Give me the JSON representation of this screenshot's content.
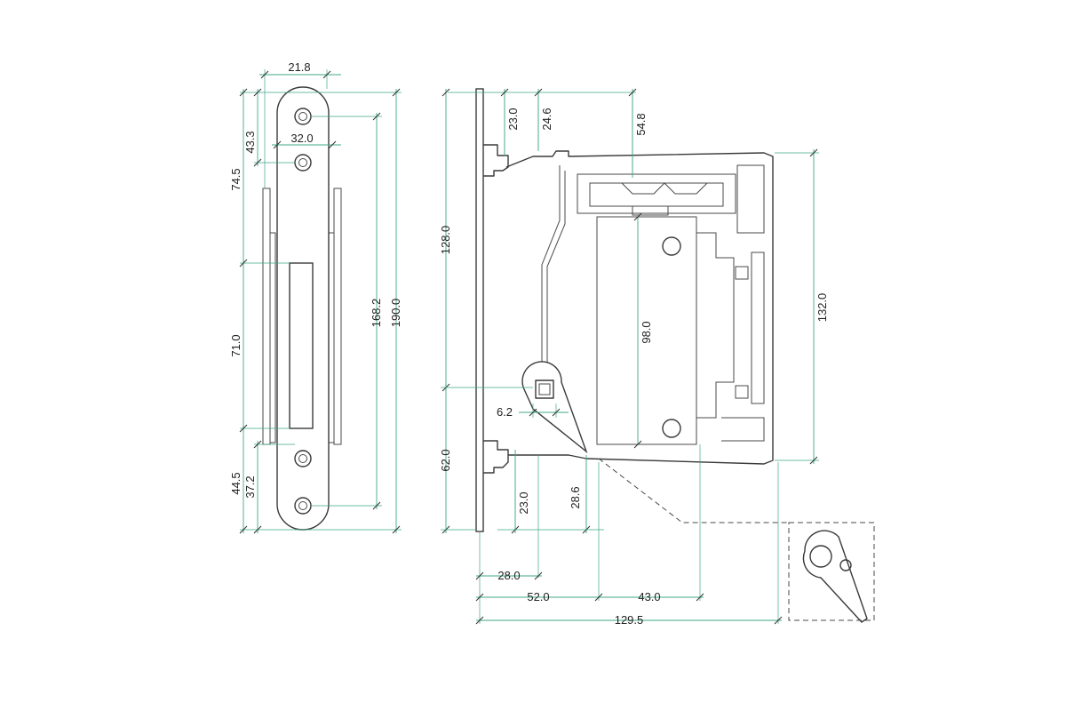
{
  "faceplate_dimensions": {
    "width": "21.8",
    "hole_spacing_top": "32.0",
    "top_to_second_hole": "43.3",
    "top_to_strike": "74.5",
    "strike_height": "71.0",
    "bottom_hole_offset": "44.5",
    "bottom_hole_to_end": "37.2",
    "hole_span": "168.2",
    "total_length": "190.0"
  },
  "body_dimensions": {
    "top_23": "23.0",
    "top_24": "24.6",
    "top_54": "54.8",
    "height_128": "128.0",
    "height_132": "132.0",
    "latch_98": "98.0",
    "spindle_6": "6.2",
    "lower_62": "62.0",
    "lower_23": "23.0",
    "lower_28_6": "28.6",
    "backset_28": "28.0",
    "backset_52": "52.0",
    "span_43": "43.0",
    "total_depth": "129.5"
  }
}
